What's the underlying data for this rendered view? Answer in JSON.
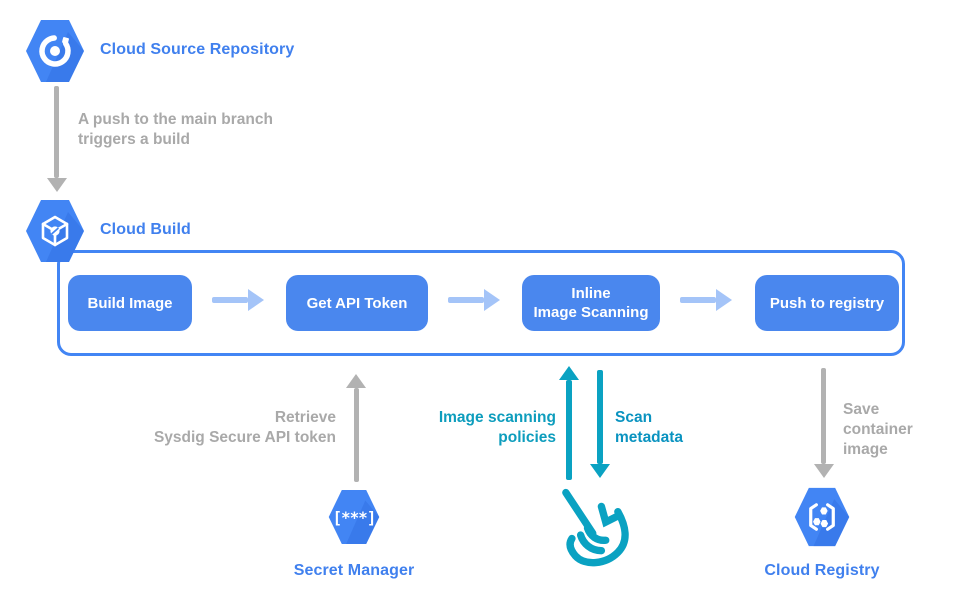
{
  "colors": {
    "blue": "#4285f4",
    "hex_shadow": "#2e6de0",
    "button_blue": "#4a87ee",
    "arrow_light_blue": "#a4c4f8",
    "gray_arrow": "#b2b2b2",
    "gray_text": "#a9a9a9",
    "label_blue": "#4080ee",
    "teal": "#0aa2c2",
    "teal_text": "#0d9dbd",
    "teal_text_dark": "#0a93c0"
  },
  "nodes": {
    "cloud_source_repository": {
      "label": "Cloud Source Repository",
      "icon": "cloud-source-repository-icon"
    },
    "cloud_build": {
      "label": "Cloud Build",
      "icon": "cloud-build-icon"
    },
    "secret_manager": {
      "label": "Secret Manager",
      "icon": "secret-manager-icon",
      "glyph": "[***]"
    },
    "sysdig": {
      "icon": "sysdig-hand-icon"
    },
    "cloud_registry": {
      "label": "Cloud Registry",
      "icon": "cloud-registry-icon"
    }
  },
  "pipeline": {
    "steps": [
      {
        "label": "Build Image"
      },
      {
        "label": "Get API Token"
      },
      {
        "label": "Inline\nImage Scanning"
      },
      {
        "label": "Push to registry"
      }
    ]
  },
  "edge_labels": {
    "push_trigger": "A push to the main branch\ntriggers a build",
    "retrieve_token": "Retrieve\nSysdig Secure API token",
    "scanning_policies": "Image scanning\npolicies",
    "scan_metadata": "Scan\nmetadata",
    "save_image": "Save\ncontainer\nimage"
  }
}
